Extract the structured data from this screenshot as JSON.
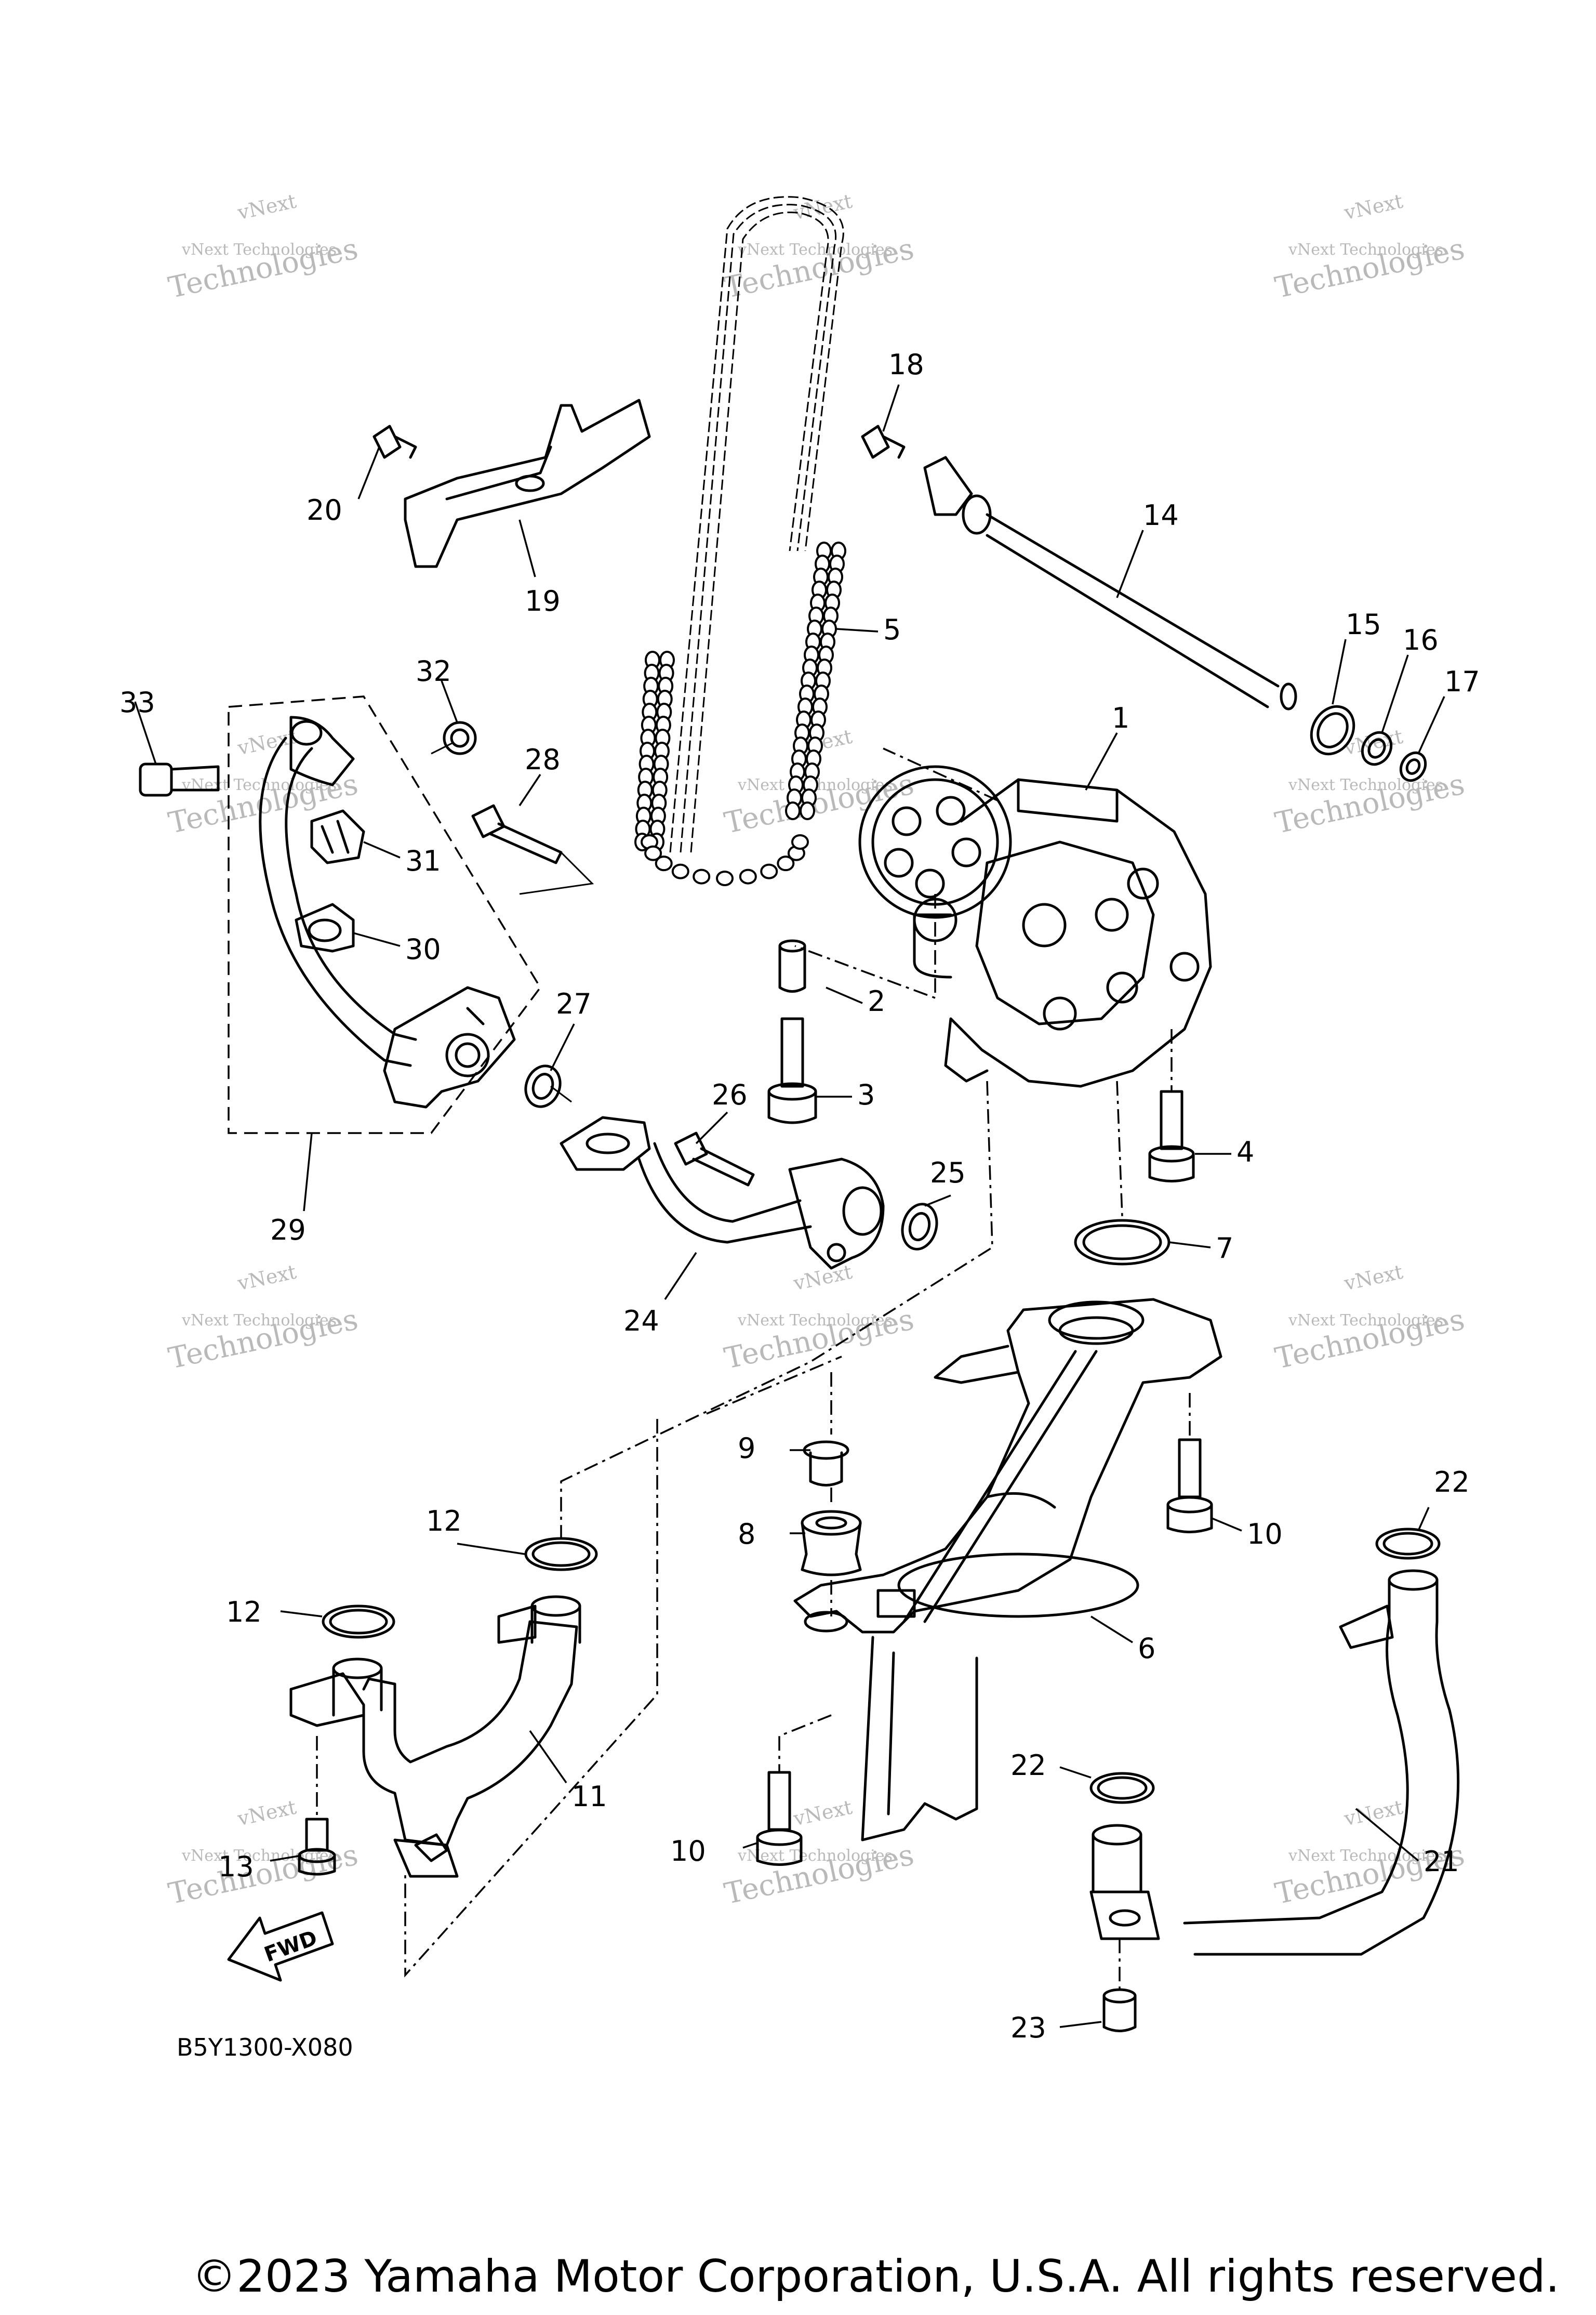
{
  "diagram_code": "B5Y1300-X080",
  "copyright": "©2023 Yamaha Motor Corporation, U.S.A. All rights reserved.",
  "watermark": {
    "line1": "vNext",
    "line2": "vNext Technologies",
    "line3": "Technologies"
  },
  "fwd_label": "FWD",
  "callouts": {
    "n1": "1",
    "n2": "2",
    "n3": "3",
    "n4": "4",
    "n5": "5",
    "n6": "6",
    "n7": "7",
    "n8": "8",
    "n9": "9",
    "n10a": "10",
    "n10b": "10",
    "n11": "11",
    "n12a": "12",
    "n12b": "12",
    "n13": "13",
    "n14": "14",
    "n15": "15",
    "n16": "16",
    "n17": "17",
    "n18": "18",
    "n19": "19",
    "n20": "20",
    "n21": "21",
    "n22a": "22",
    "n22b": "22",
    "n23": "23",
    "n24": "24",
    "n25": "25",
    "n26": "26",
    "n27": "27",
    "n28": "28",
    "n29": "29",
    "n30": "30",
    "n31": "31",
    "n32": "32",
    "n33": "33"
  }
}
